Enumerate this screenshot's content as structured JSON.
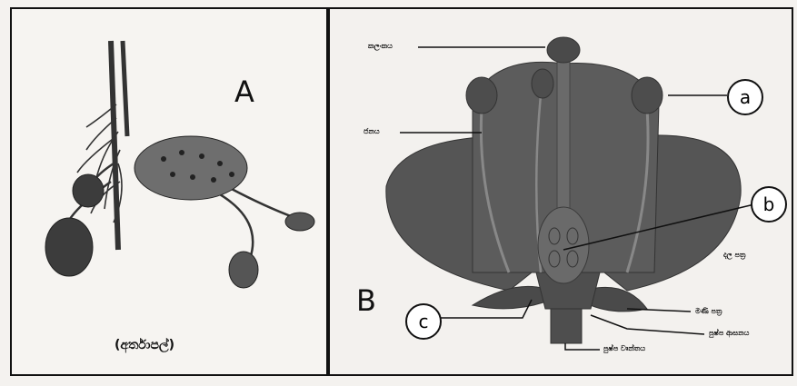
{
  "panel_a": {
    "letter": "A",
    "caption": "(අර්තාපල්)"
  },
  "panel_b": {
    "letter": "B",
    "markers": {
      "a": "a",
      "b": "b",
      "c": "c"
    },
    "labels": {
      "stigma": "කලංකය",
      "style": "ජනය",
      "petal": "දල පත්‍ර",
      "sepal": "මණි පත්‍ර",
      "receptacle": "පුෂ්ප ආසනය",
      "pedicel": "පුෂ්ප වෘන්තය"
    }
  }
}
